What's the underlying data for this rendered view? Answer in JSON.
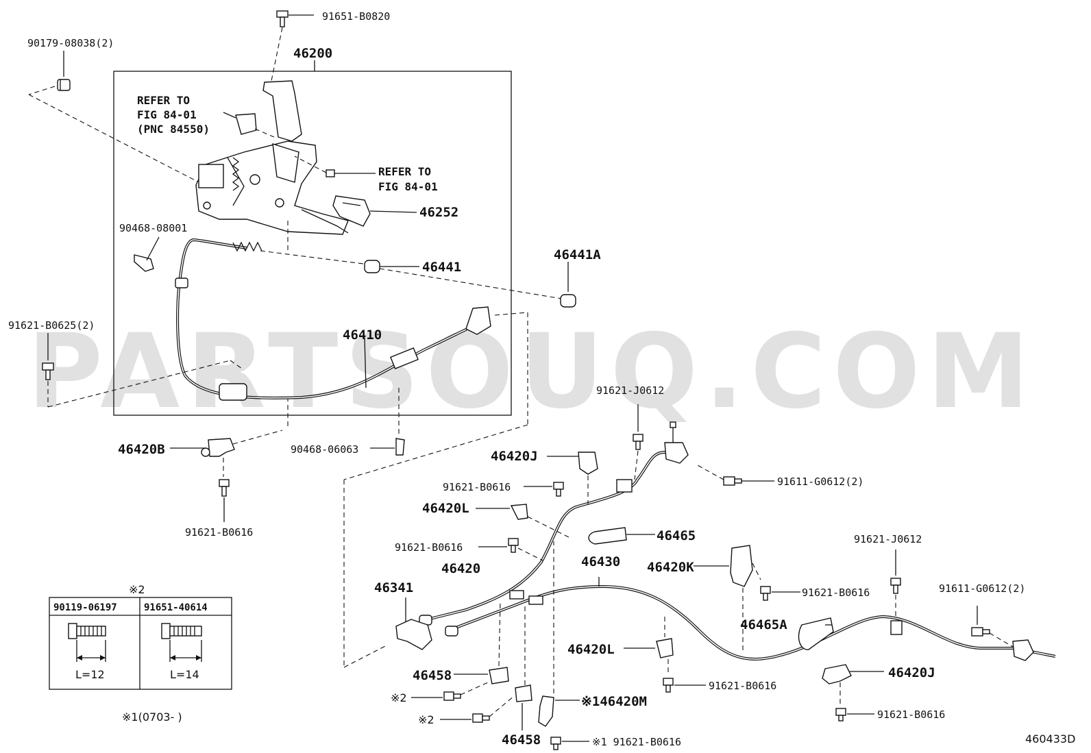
{
  "watermark": "PARTSOUQ.COM",
  "diagram_ref": "460433D",
  "labels": {
    "p91651_B0820": "91651-B0820",
    "p90179_08038": "90179-08038(2)",
    "p46200": "46200",
    "refer1_a": "REFER TO",
    "refer1_b": "FIG 84-01",
    "refer1_c": "(PNC 84550)",
    "refer2_a": "REFER TO",
    "refer2_b": "FIG 84-01",
    "p46252": "46252",
    "p90468_08001": "90468-08001",
    "p46441": "46441",
    "p46441A": "46441A",
    "p91621_B0625": "91621-B0625(2)",
    "p46410": "46410",
    "p91621_J0612_a": "91621-J0612",
    "p46420B": "46420B",
    "p90468_06063": "90468-06063",
    "p91621_B0616_a": "91621-B0616",
    "p46420J_a": "46420J",
    "p91611_G0612_a": "91611-G0612(2)",
    "p91621_B0616_b": "91621-B0616",
    "p46420L_a": "46420L",
    "p46465": "46465",
    "p91621_B0616_c": "91621-B0616",
    "p46430": "46430",
    "p46420K": "46420K",
    "p91621_J0612_b": "91621-J0612",
    "p46420": "46420",
    "p46341": "46341",
    "p91621_B0616_d": "91621-B0616",
    "p91611_G0612_b": "91611-G0612(2)",
    "p46465A": "46465A",
    "p46420L_b": "46420L",
    "p46458_a": "46458",
    "p46420J_b": "46420J",
    "p91621_B0616_e": "91621-B0616",
    "mark2_a": "※2",
    "mark2_b": "※2",
    "p46420M": "※146420M",
    "p91621_B0616_f": "91621-B0616",
    "p46458_b": "46458",
    "p91621_B0616_g": "※1 91621-B0616",
    "table_mark": "※2",
    "table_col1": "90119-06197",
    "table_col2": "91651-40614",
    "table_len1": "L=12",
    "table_len2": "L=14",
    "footnote": "※1(0703-      )"
  }
}
